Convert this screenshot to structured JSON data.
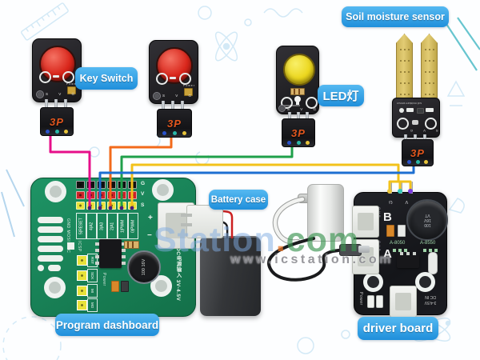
{
  "labels": {
    "key_switch": "Key Switch",
    "soil_sensor": "Soil moisture sensor",
    "led": "LED灯",
    "battery_case": "Battery case",
    "program_dashboard": "Program dashboard",
    "driver_board": "driver board"
  },
  "connector": {
    "label": "3P"
  },
  "module": {
    "pins": "S V G",
    "power": "Power"
  },
  "soil_module": {
    "board_text": "soil moisture sensor",
    "pins": "S V G"
  },
  "dashboard": {
    "rows": [
      "G",
      "V",
      "S"
    ],
    "columns": [
      "5|RESET",
      "4|A2",
      "3|A3",
      "2|A1",
      "1|PWM",
      "0|PWM"
    ],
    "side_label": "GND MOSI VCC",
    "icsp": "ICSP",
    "isp_pins": [
      "RST",
      "SCK",
      "MI",
      "MO"
    ],
    "power": "Power",
    "capacitor": "100 16V",
    "dc_input_l1": "DC电源输入",
    "dc_input_l2": "3V-4.5V",
    "plus": "+",
    "minus": "−"
  },
  "driver": {
    "header_pins_rotated": "S V G",
    "cap": [
      "100",
      "16V",
      "VT"
    ],
    "port_b": "B",
    "port_a": "A",
    "port_pins": "G V B",
    "chip_left": "A-8050",
    "chip_right": "A-8550",
    "power": "Power",
    "volt": "3-4.5V",
    "dc": "DC IN"
  },
  "watermark": {
    "big_a": "Station",
    "big_dot": ".",
    "big_b": "com",
    "small": "www.icstation.com"
  },
  "colors": {
    "label_blue": "#2f9fe0",
    "pcb_green": "#1a8a58",
    "board_black": "#1a1b1e",
    "wire_magenta": "#e60f8a",
    "wire_orange": "#f26a1b",
    "wire_green": "#1fa04a",
    "wire_yellow": "#f2c21b",
    "wire_blue": "#1d6fd1",
    "prong_gold": "#d8c062"
  }
}
